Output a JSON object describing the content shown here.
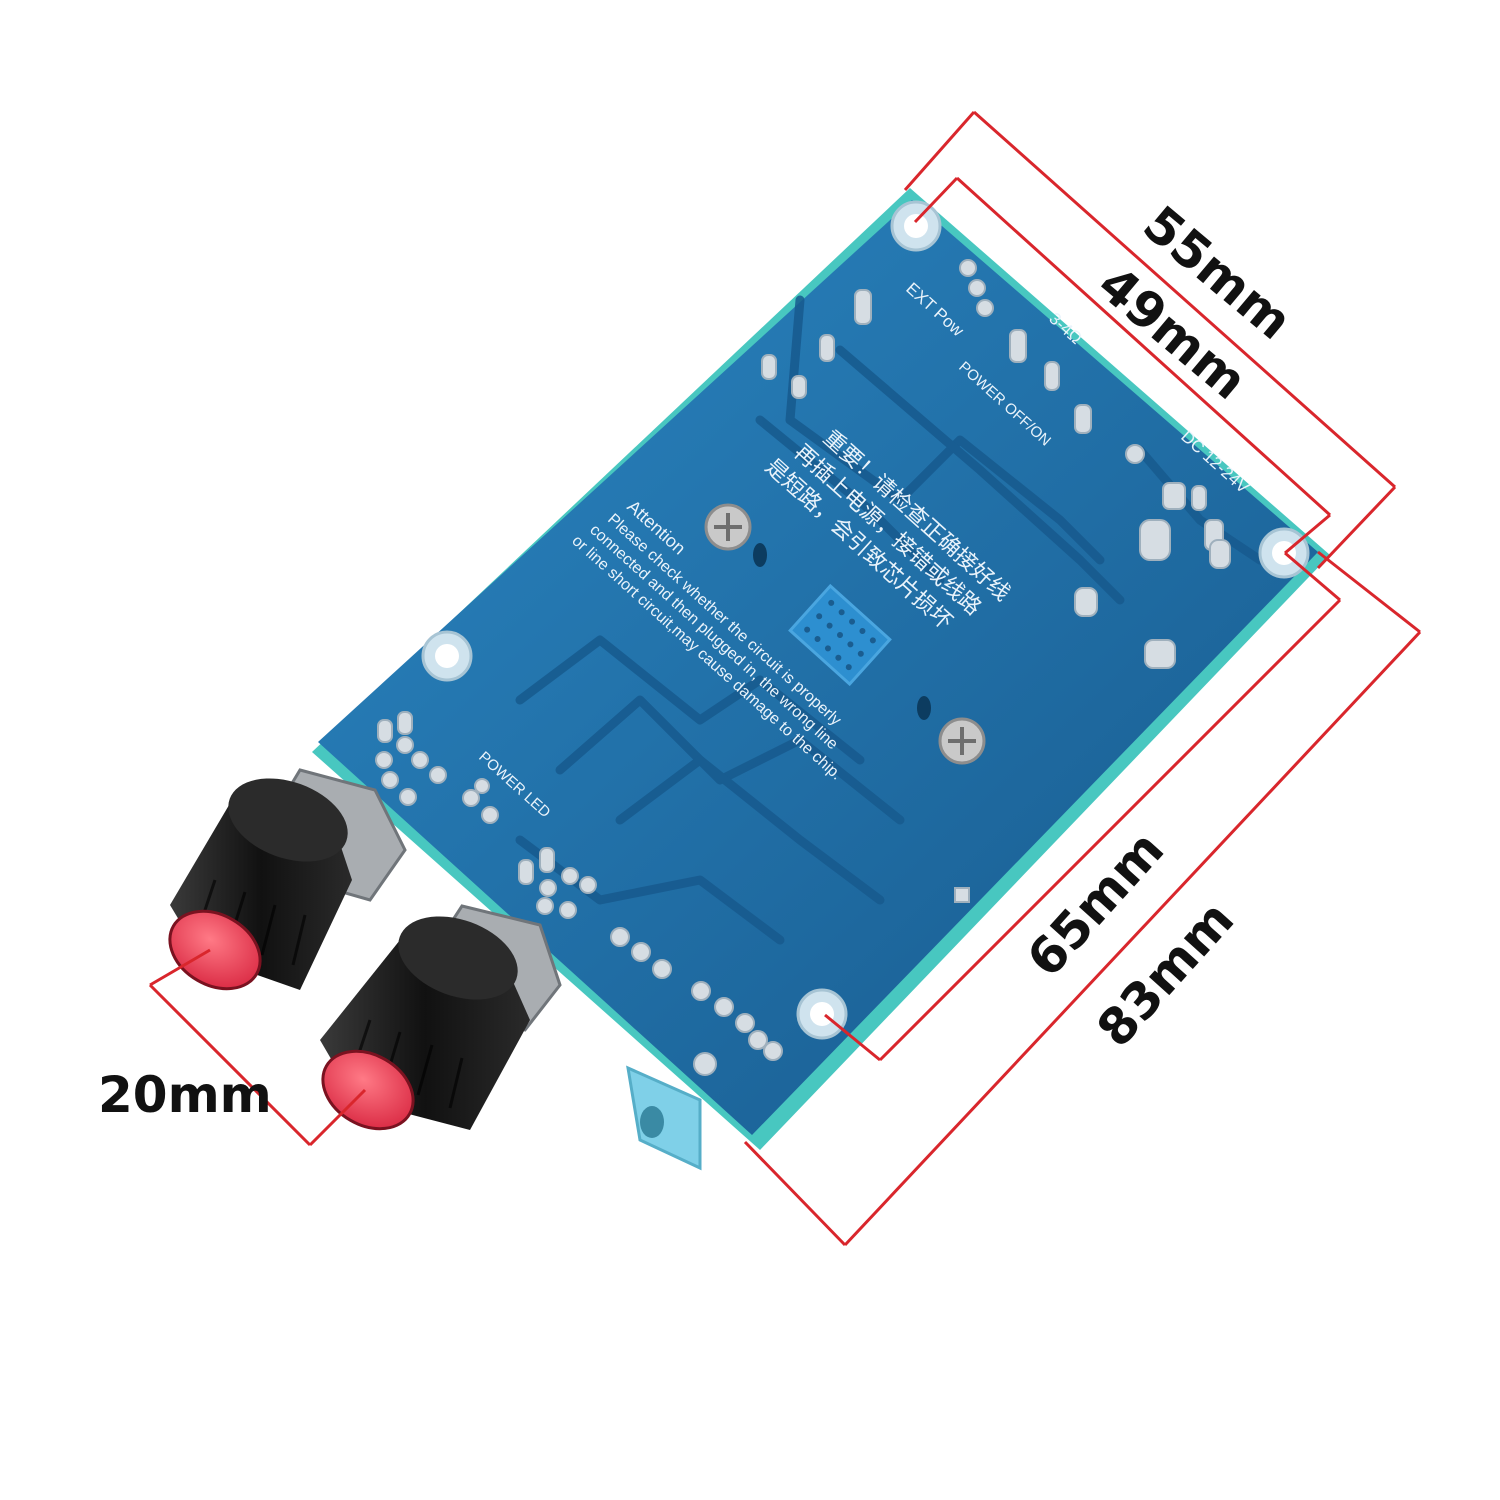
{
  "colors": {
    "pcb": "#1f6fa8",
    "pcb_edge": "#48c7c0",
    "dimension_line": "#d9262c",
    "knob_body": "#1a1a1a",
    "knob_cap": "#e23a4a",
    "jack": "#7fd0e8"
  },
  "dimensions": {
    "width_outer": "55mm",
    "width_inner": "49mm",
    "length_inner": "65mm",
    "length_outer": "83mm",
    "knob_spacing": "20mm"
  },
  "silkscreen": {
    "ext_pow": "EXT Pow",
    "impedance": "3-4Ω",
    "power_switch": "POWER OFF/ON",
    "dc_input": "DC 12-24V",
    "power_led": "POWER LED",
    "warning_cn": [
      "重要！请检查正确接好线",
      "再插上电源，接错或线路",
      "是短路，会引致芯片损坏"
    ],
    "attention_title": "Attention",
    "attention_lines": [
      "Please check whether the circuit is properly",
      "connected and then plugged in, the wrong line",
      "or line short circuit,may cause damage to the chip."
    ]
  },
  "icons": {
    "knobs": "potentiometer-knob-icon",
    "audio_jack": "audio-jack-icon",
    "mounting_hole": "mounting-hole-icon",
    "screw": "screw-icon"
  }
}
